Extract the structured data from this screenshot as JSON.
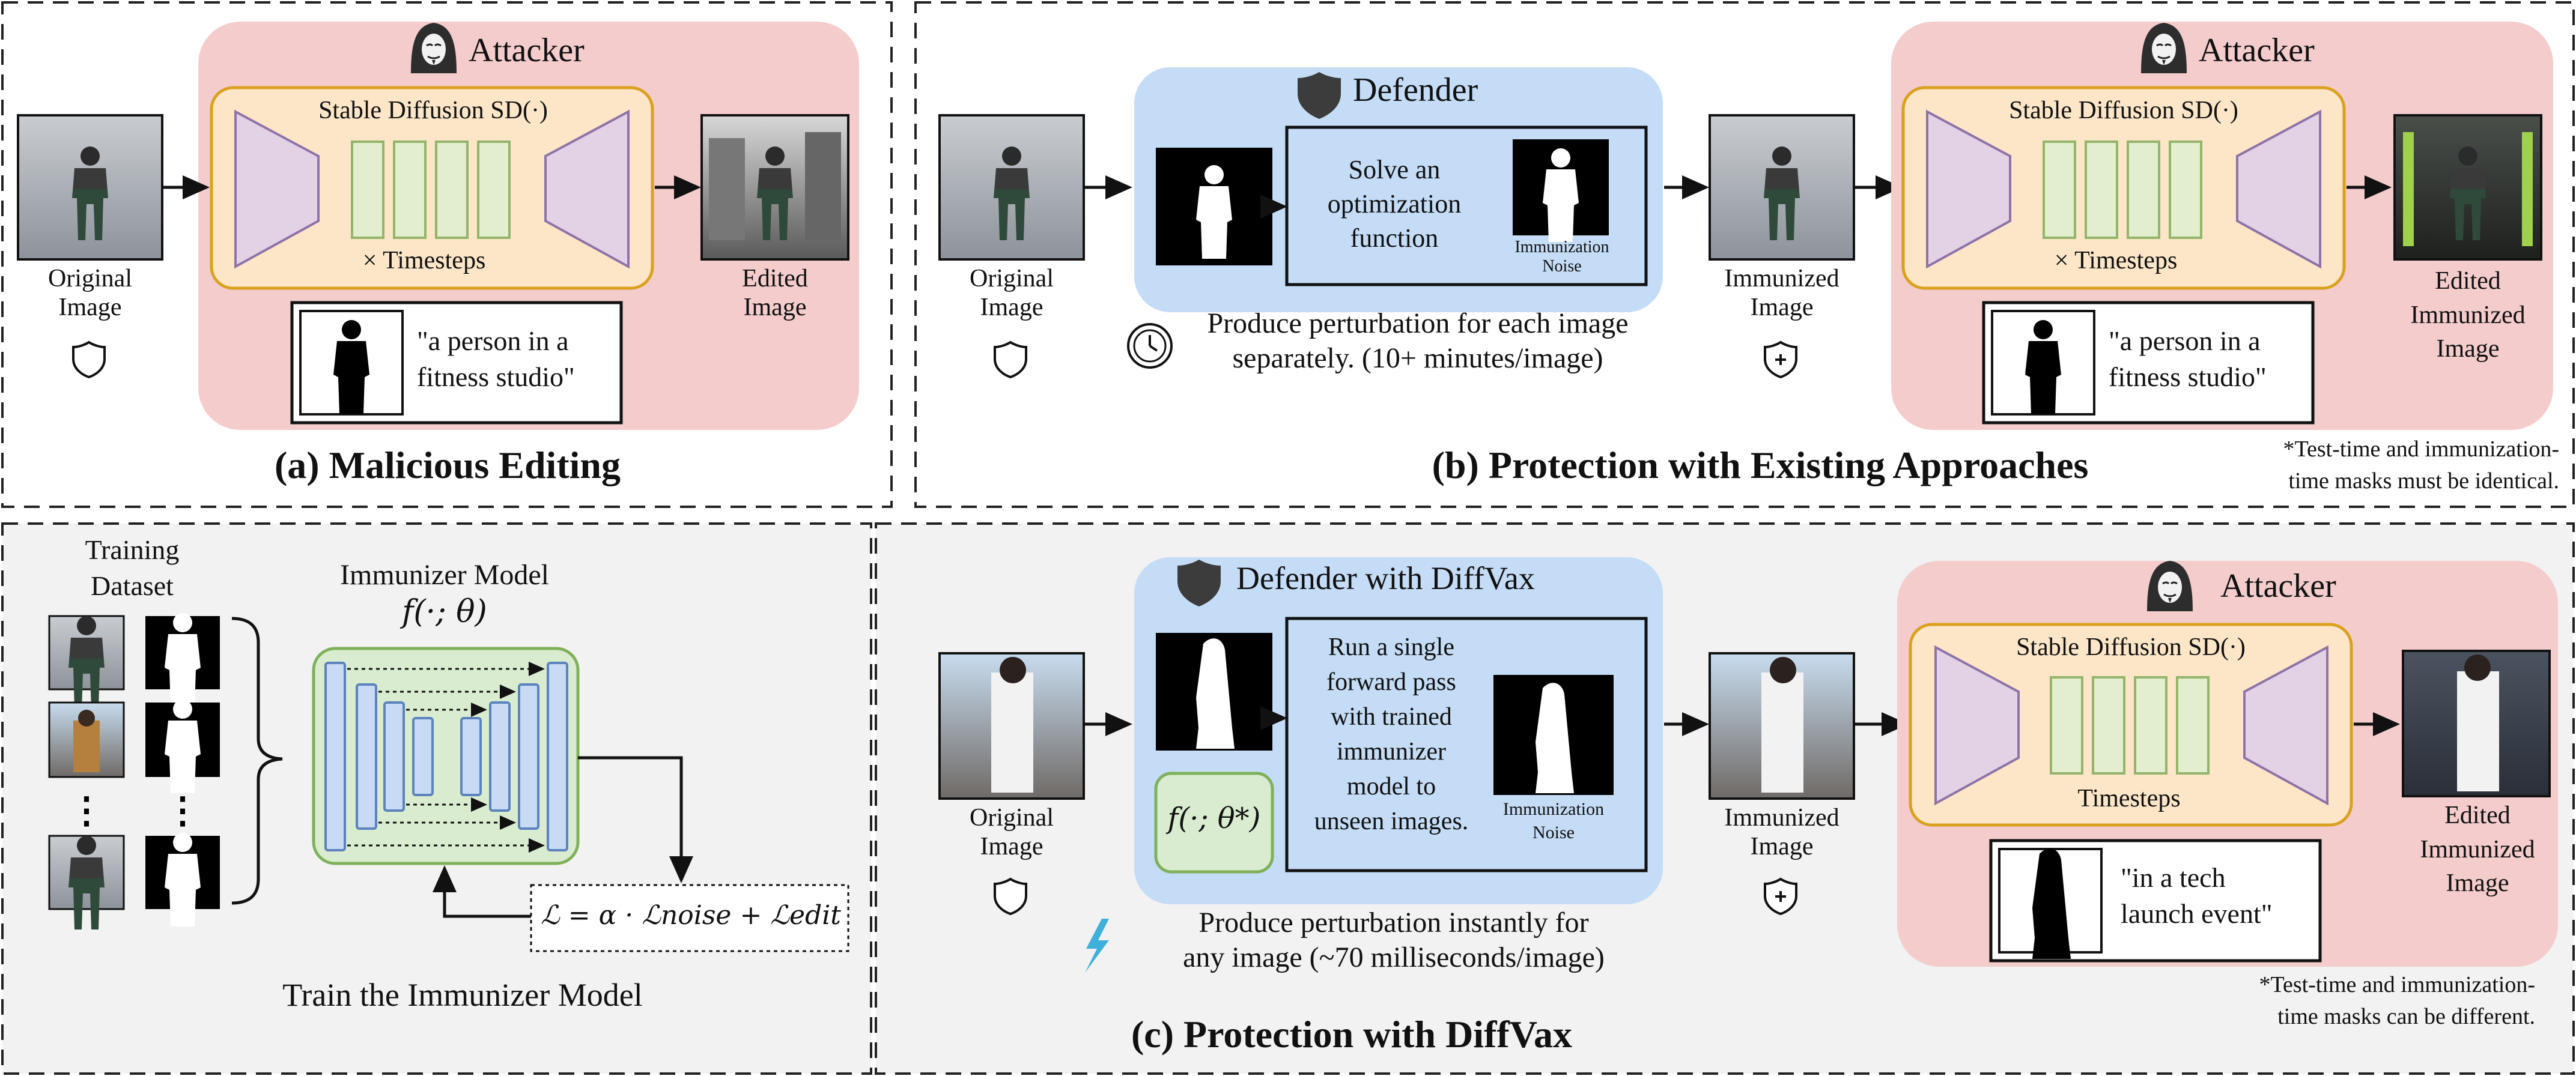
{
  "panel_a": {
    "caption": "(a) Malicious Editing",
    "attacker": "Attacker",
    "stable_diffusion": "Stable Diffusion SD(·)",
    "timesteps": "×  Timesteps",
    "prompt": "\"a person in a\nfitness studio\"",
    "original_image": "Original\nImage",
    "edited_image": "Edited\nImage"
  },
  "panel_b": {
    "caption": "(b) Protection with Existing Approaches",
    "defender": "Defender",
    "solve": "Solve an\noptimization\nfunction",
    "immunization_noise": "Immunization\nNoise",
    "produce": "Produce perturbation for each image\nseparately. (10+ minutes/image)",
    "original_image": "Original\nImage",
    "immunized_image": "Immunized\nImage",
    "attacker": "Attacker",
    "stable_diffusion": "Stable Diffusion SD(·)",
    "timesteps": "×  Timesteps",
    "prompt": "\"a person in a\nfitness studio\"",
    "edited_immunized": "Edited\nImmunized\nImage",
    "note": "*Test-time and immunization-\ntime masks must be identical."
  },
  "panel_train": {
    "training_dataset": "Training\nDataset",
    "immunizer_model": "Immunizer Model",
    "immunizer_fn": "f(·; θ)",
    "loss": "ℒ = α · ℒnoise + ℒedit",
    "caption": "Train the Immunizer Model"
  },
  "panel_c": {
    "caption": "(c) Protection with DiffVax",
    "defender": "Defender with DiffVax",
    "run": "Run a single\nforward pass\nwith trained\nimmunizer\nmodel to\nunseen images.",
    "immunization_noise": "Immunization\nNoise",
    "fn": "f(·; θ*)",
    "produce": "Produce perturbation instantly for\nany image (~70 milliseconds/image)",
    "original_image": "Original\nImage",
    "immunized_image": "Immunized\nImage",
    "attacker": "Attacker",
    "stable_diffusion": "Stable Diffusion SD(·)",
    "timesteps": "Timesteps",
    "prompt": "\"in a tech\nlaunch event\"",
    "edited_immunized": "Edited\nImmunized\nImage",
    "note": "*Test-time and immunization-\ntime masks can be different."
  },
  "colors": {
    "attacker_bg": "#f4cccc",
    "sd_bg": "#fde6c8",
    "sd_border": "#d9a11e",
    "trap_fill": "#e3d2e6",
    "trap_stroke": "#8e73a8",
    "block_fill": "#e3eecf",
    "block_stroke": "#93b56a",
    "defender_bg": "#c4dcf6",
    "train_bg": "#f2f2f2",
    "unet_bg": "#d9ecd0",
    "unet_border": "#7fb05a",
    "unet_block": "#c8daf4",
    "unet_block_stroke": "#5b83bd",
    "lightning": "#3fb0d9"
  }
}
